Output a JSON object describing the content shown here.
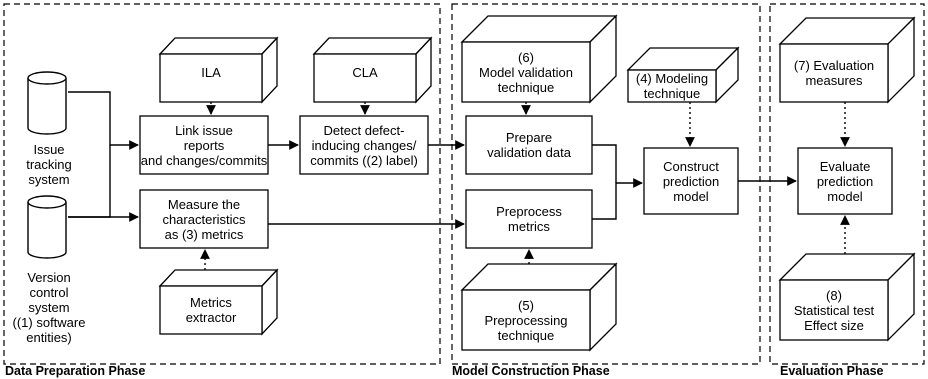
{
  "phases": {
    "data_preparation": "Data Preparation Phase",
    "model_construction": "Model Construction Phase",
    "evaluation": "Evaluation Phase"
  },
  "sources": {
    "issue_tracking": "Issue\ntracking\nsystem",
    "version_control": "Version\ncontrol\nsystem\n((1) software\nentities)"
  },
  "processes": {
    "link_issue": "Link issue\nreports\nand changes/commits",
    "detect_defect": "Detect defect-\ninducing changes/\ncommits ((2) label)",
    "measure": "Measure the\ncharacteristics\nas (3) metrics",
    "prepare_validation": "Prepare\nvalidation data",
    "preprocess_metrics": "Preprocess\nmetrics",
    "construct_model": "Construct\nprediction\nmodel",
    "evaluate_model": "Evaluate\nprediction\nmodel"
  },
  "inputs": {
    "ila": "ILA",
    "cla": "CLA",
    "metrics_extractor": "Metrics\nextractor",
    "validation_technique": "(6)\nModel validation\ntechnique",
    "modeling_technique": "(4) Modeling\ntechnique",
    "preprocessing_technique": "(5)\nPreprocessing\ntechnique",
    "evaluation_measures": "(7) Evaluation\nmeasures",
    "statistical_test": "(8)\nStatistical test\nEffect size"
  }
}
